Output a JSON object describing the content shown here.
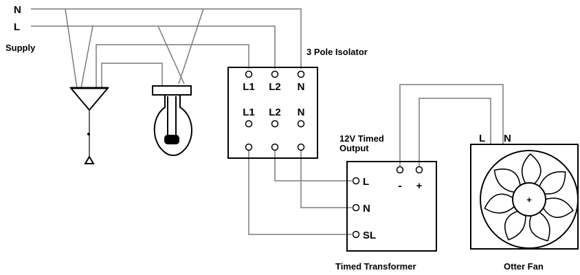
{
  "supply": {
    "neutral_label": "N",
    "live_label": "L",
    "title": "Supply"
  },
  "isolator": {
    "title": "3 Pole Isolator",
    "top_terminals": [
      "L1",
      "L2",
      "N"
    ],
    "mid_terminals": [
      "L1",
      "L2",
      "N"
    ]
  },
  "transformer": {
    "title": "Timed Transformer",
    "output_label_line1": "12V Timed",
    "output_label_line2": "Output",
    "output_minus": "-",
    "output_plus": "+",
    "input_terminals": [
      "L",
      "N",
      "SL"
    ]
  },
  "fan": {
    "title": "Otter Fan",
    "terminal_l": "L",
    "terminal_n": "N",
    "hub_symbol": "+"
  },
  "colors": {
    "wire": "#7a7a7a",
    "outline": "#000000"
  }
}
